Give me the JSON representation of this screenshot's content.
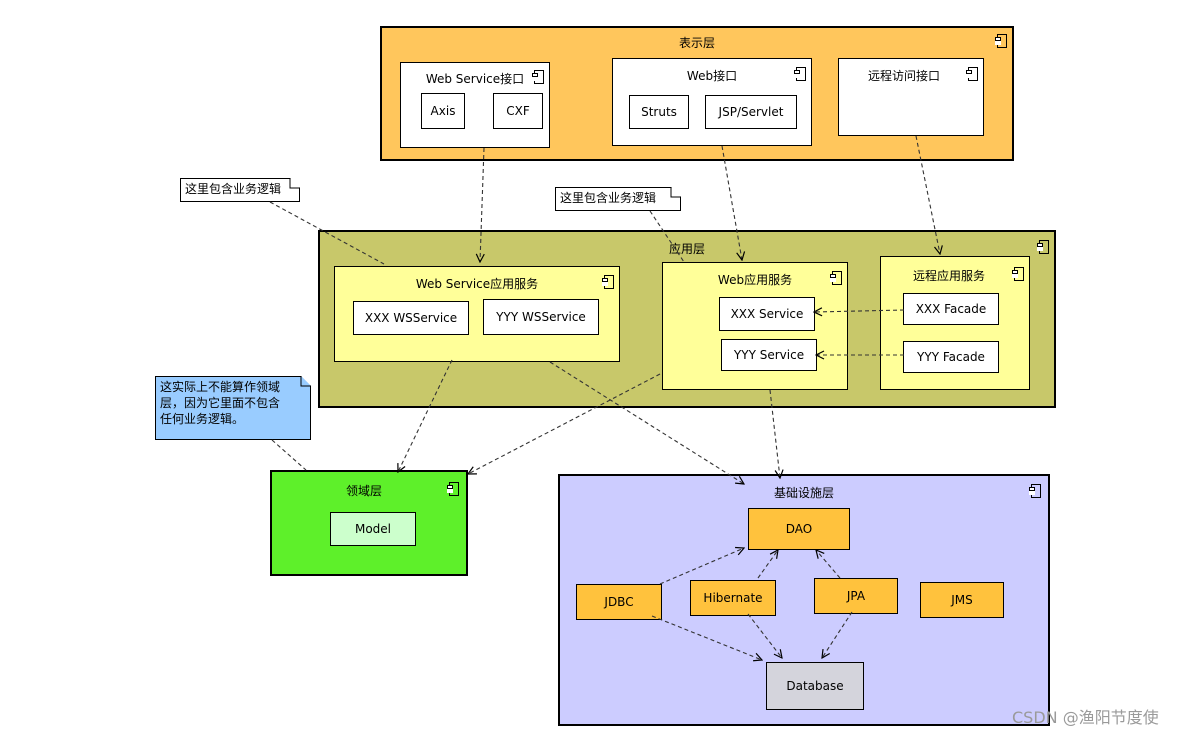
{
  "layers": {
    "presentation": {
      "title": "表示层",
      "ws_interface": {
        "title": "Web Service接口",
        "items": [
          "Axis",
          "CXF"
        ]
      },
      "web_interface": {
        "title": "Web接口",
        "items": [
          "Struts",
          "JSP/Servlet"
        ]
      },
      "remote_interface": {
        "title": "远程访问接口"
      }
    },
    "application": {
      "title": "应用层",
      "ws_app": {
        "title": "Web Service应用服务",
        "items": [
          "XXX WSService",
          "YYY WSService"
        ]
      },
      "web_app": {
        "title": "Web应用服务",
        "items": [
          "XXX Service",
          "YYY Service"
        ]
      },
      "remote_app": {
        "title": "远程应用服务",
        "items": [
          "XXX Facade",
          "YYY Facade"
        ]
      }
    },
    "domain": {
      "title": "领域层",
      "items": [
        "Model"
      ]
    },
    "infrastructure": {
      "title": "基础设施层",
      "dao": "DAO",
      "jdbc": "JDBC",
      "hibernate": "Hibernate",
      "jpa": "JPA",
      "jms": "JMS",
      "database": "Database"
    }
  },
  "notes": {
    "note1": "这里包含业务逻辑",
    "note2": "这里包含业务逻辑",
    "note3_line1": "这实际上不能算作领域",
    "note3_line2": "层，因为它里面不包含",
    "note3_line3": "任何业务逻辑。"
  },
  "watermark": "CSDN @渔阳节度使",
  "colors": {
    "presentation_fill": "#ffc65c",
    "application_fill": "#c8c86a",
    "inner_fill": "#ffff99",
    "domain_fill": "#5ef02a",
    "model_fill": "#ccffcc",
    "infra_fill": "#ccccff",
    "infra_item_fill": "#ffc23d",
    "database_fill": "#d4d4dc",
    "note3_fill": "#99ccff"
  }
}
